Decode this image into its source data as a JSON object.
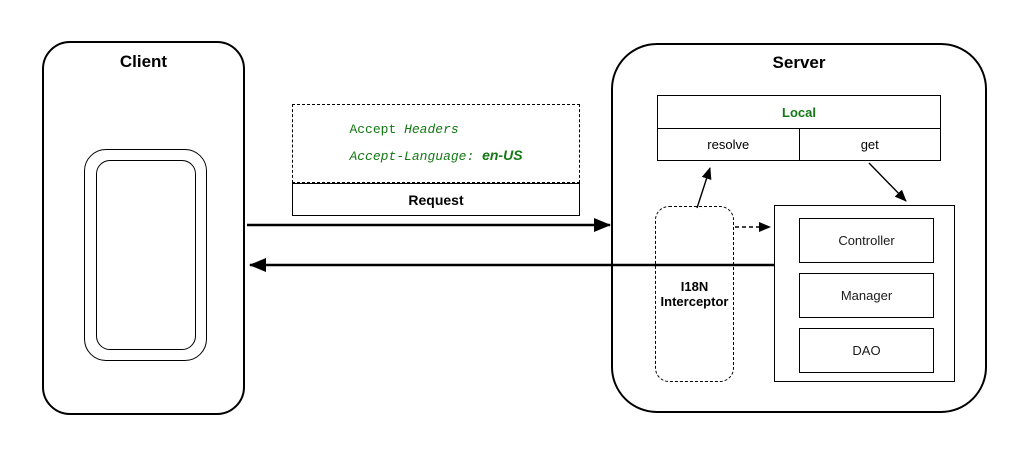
{
  "diagram": {
    "client": {
      "title": "Client"
    },
    "request_message": {
      "header_line1_word1": "Accept",
      "header_line1_word2": "Headers",
      "header_line2_key": "Accept-Language:",
      "header_line2_value": "en-US",
      "label": "Request"
    },
    "server": {
      "title": "Server",
      "local_table": {
        "header": "Local",
        "cells": [
          "resolve",
          "get"
        ]
      },
      "interceptor": {
        "line1": "I18N",
        "line2": "Interceptor"
      },
      "layers": [
        "Controller",
        "Manager",
        "DAO"
      ]
    },
    "colors": {
      "accent_green": "#147814",
      "line_black": "#000000"
    }
  }
}
